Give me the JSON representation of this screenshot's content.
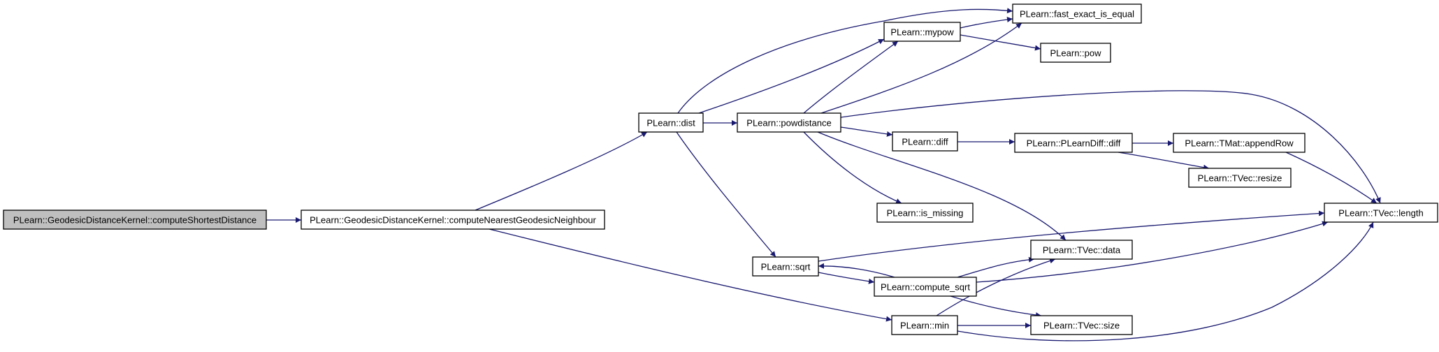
{
  "graph": {
    "colors": {
      "edge": "#191970",
      "node_border": "#000000",
      "node_fill": "#ffffff",
      "root_fill": "#bfbfbf"
    },
    "nodes": [
      {
        "id": "computeShortestDistance",
        "label": "PLearn::GeodesicDistanceKernel::computeShortestDistance",
        "root": true
      },
      {
        "id": "computeNearestGeodesicNeighbour",
        "label": "PLearn::GeodesicDistanceKernel::computeNearestGeodesicNeighbour"
      },
      {
        "id": "dist",
        "label": "PLearn::dist"
      },
      {
        "id": "powdistance",
        "label": "PLearn::powdistance"
      },
      {
        "id": "mypow",
        "label": "PLearn::mypow"
      },
      {
        "id": "fast_exact_is_equal",
        "label": "PLearn::fast_exact_is_equal"
      },
      {
        "id": "pow",
        "label": "PLearn::pow"
      },
      {
        "id": "diff",
        "label": "PLearn::diff"
      },
      {
        "id": "PLearnDiff_diff",
        "label": "PLearn::PLearnDiff::diff"
      },
      {
        "id": "appendRow",
        "label": "PLearn::TMat::appendRow"
      },
      {
        "id": "resize",
        "label": "PLearn::TVec::resize"
      },
      {
        "id": "length",
        "label": "PLearn::TVec::length"
      },
      {
        "id": "is_missing",
        "label": "PLearn::is_missing"
      },
      {
        "id": "sqrt",
        "label": "PLearn::sqrt"
      },
      {
        "id": "data",
        "label": "PLearn::TVec::data"
      },
      {
        "id": "compute_sqrt",
        "label": "PLearn::compute_sqrt"
      },
      {
        "id": "min",
        "label": "PLearn::min"
      },
      {
        "id": "size",
        "label": "PLearn::TVec::size"
      }
    ],
    "edges": [
      [
        "computeShortestDistance",
        "computeNearestGeodesicNeighbour"
      ],
      [
        "computeNearestGeodesicNeighbour",
        "dist"
      ],
      [
        "computeNearestGeodesicNeighbour",
        "min"
      ],
      [
        "dist",
        "fast_exact_is_equal"
      ],
      [
        "dist",
        "mypow"
      ],
      [
        "dist",
        "powdistance"
      ],
      [
        "dist",
        "sqrt"
      ],
      [
        "mypow",
        "fast_exact_is_equal"
      ],
      [
        "mypow",
        "pow"
      ],
      [
        "powdistance",
        "mypow"
      ],
      [
        "powdistance",
        "fast_exact_is_equal"
      ],
      [
        "powdistance",
        "length"
      ],
      [
        "powdistance",
        "diff"
      ],
      [
        "powdistance",
        "is_missing"
      ],
      [
        "powdistance",
        "data"
      ],
      [
        "diff",
        "PLearnDiff_diff"
      ],
      [
        "PLearnDiff_diff",
        "appendRow"
      ],
      [
        "PLearnDiff_diff",
        "resize"
      ],
      [
        "appendRow",
        "length"
      ],
      [
        "sqrt",
        "length"
      ],
      [
        "sqrt",
        "compute_sqrt"
      ],
      [
        "compute_sqrt",
        "sqrt"
      ],
      [
        "compute_sqrt",
        "data"
      ],
      [
        "compute_sqrt",
        "length"
      ],
      [
        "compute_sqrt",
        "size"
      ],
      [
        "min",
        "data"
      ],
      [
        "min",
        "size"
      ],
      [
        "min",
        "length"
      ]
    ]
  }
}
